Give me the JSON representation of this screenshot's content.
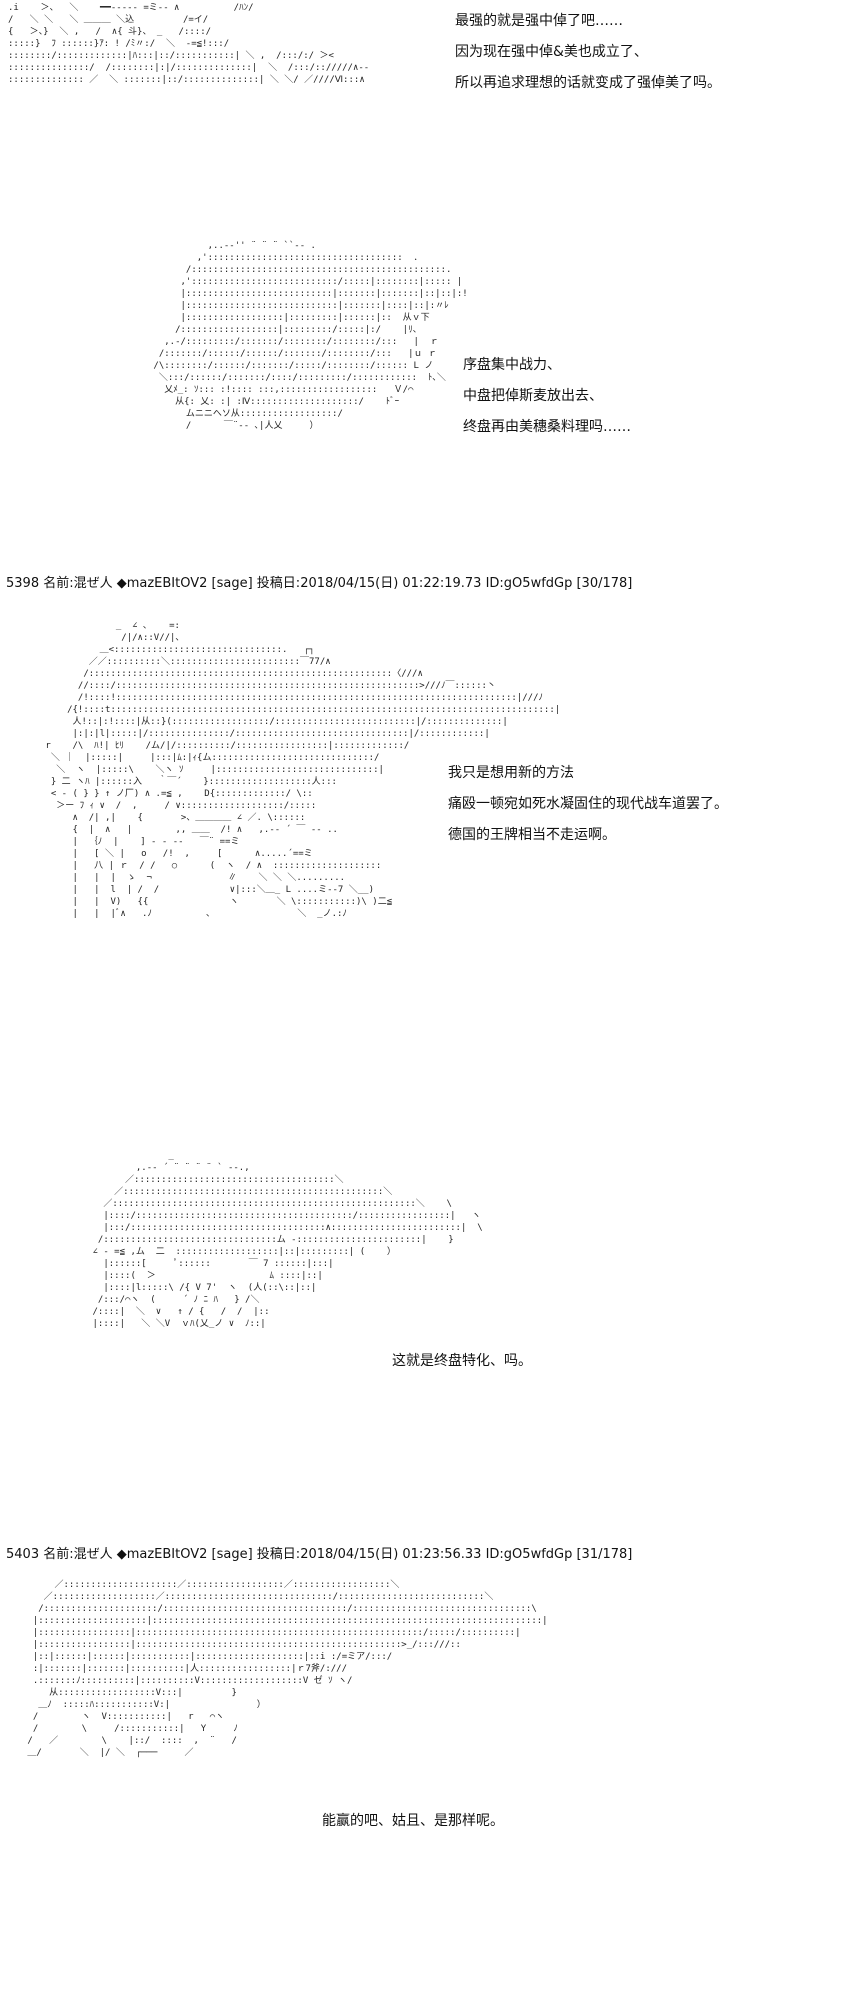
{
  "panels": [
    {
      "art": ".i    ＞、  ＼    ━━-‐‐‐‐ =ミ‐- ∧          /ﾊﾝ/\n/   ＼ ＼   ＼ ＿＿＿ ＼込         /=イ/\n{   ＞、}  ＼ ,   /  ∧{ 斗}、 _   /::::/\n:::::}  ﾌ ::::::}ｱ: ! /ﾐ〃:/  ＼  -=≦!:::/\n::::::::/:::::::::::::|ﾊ:::|::/:::::::::::| ＼ ,  /:::/:/ ＞<\n:::::::::::::::/  /::::::::|:|/::::::::::::::|  ＼  /:::/:://///∧-‐\n:::::::::::::: ／  ＼ :::::::|::/::::::::::::::| ＼ ＼/ ／////Ⅵ:::∧",
      "lines": [
        "最强的就是强中倬了吧……",
        "因为现在强中倬&美也成立了、",
        "所以再追求理想的话就变成了强倬美了吗。"
      ]
    },
    {
      "art": "           ,..-‐'' ¨ ¨ ¨ ``‐- .\n         ,'::::::::::::::::::::::::::::::::::::  ．\n       /:::::::::::::::::::::::::::::::::::::::::::::::.\n      ,':::::::::::::::::::::::::::/:::::|::::::::|::::: |\n      |:::::::::::::::::::::::::::|:::::::|:::::::|::|::|:! \n      |::::::::::::::::::::::::::::|:::::::|::::|::|:〃ﾚ\n      |::::::::::::::::::|:::::::::|::::::|::  从ｖ下\n     /::::::::::::::::::|:::::::::/:::::|:/    |ﾘ、\n   ,.-/:::::::::/:::::::/::::::::/::::::::/:::   |  ｒ\n  /:::::::/::::::/::::::/:::::::/::::::::/:::   |ｕ ｒ\n /\\::::::::/::::::/:::::::/:::::/::::::::/:::::: L ノ\n  ＼:::/::::::/:::::::/::::/:::::::::/::::::::::::  ﾄ､＼\n   乂ﾒ_: ｿ::: :!:::: :::,::::::::::::::::::   Ｖ/⌒\n     从{: 乂: :| :Ⅳ::::::::::::::::::::/    ﾄﾞｰ\n       ムニニへソ从::::::::::::::::::/\n       /      ￣¨‐- ､|人乂     ）",
      "lines": [
        "序盘集中战力、",
        "中盘把倬斯麦放出去、",
        "终盘再由美穗桑料理吗……"
      ]
    },
    {
      "header": "5398 名前:混ぜ人 ◆mazEBItOV2 [sage] 投稿日:2018/04/15(日) 01:22:19.73 ID:gO5wfdGp [30/178]",
      "art": "              _  ∠ ､    =:\n               /|/∧::V//|､\n           ＿<:::::::::::::::::::::::::::::::.   ┌┐\n         ／／::::::::::＼::::::::::::::::::::::::￣77/∧\n        /::::::::::::::::::::::::::::::::::::::::::::::::::::::::〈///∧\n       //::::/::::::::::::::::::::::::::::::::::::::::::::::::::::::::>///ﾉ￣::::::丶\n       /!::::!::::::::::::::::::::::::::::::::::::::::::::::::::::::::::::::::::::::::::|///ﾉ\n     /{!::::t::::::::::::::::::::::::::::::::::::::::::::::::::::::::::::::::::::::::::::::::::|\n      人!::|:!::::|从::}(::::::::::::::::::/::::::::::::::::::::::::::|/::::::::::::::|\n      |:|:|l|:::::|/:::::::::::::::/::::::::::::::::::::::::::::::::|/::::::::::::|\n r    /\\  ﾊ!| ﾋﾘ    /ム/|/::::::::::/:::::::::::::::::|:::::::::::::/\n  ＼ ｜  |:::::|     |:::|ﾑ:|ｨ{ム::::::::::::::::::::::::::::::/\n   ＼  ヽ  |:::::\\    ＼ヽ ｿ     |::::::::::::::::::::::::::::::|\n  } 二 ヽﾊ |::::::入   ｀￣´    }:::::::::::::::::::人:::\n  < ‐ ( } } ↑ ノ厂) ∧ .=≦ ,    D{:::::::::::::/ \\::\n   ＞ー ﾌ ｨ ∨  /  ,     / ∨:::::::::::::::::::/:::::\n      ∧  /| ,|    {       >、＿＿＿＿ ∠ ／. \\::::::\n      {  |  ∧   |        ,, ＿＿  /! ∧   ,.-‐ ´ ￣ ‐- ..\n      |  ｛ﾉ  |    ] ‐ ‐ -‐   ￣¨ ==ミ\n      |   [ ＼ |   o   /!  ,     [      ∧.....´==ミ\n      |   八 | ｒ  / /   ○      (  ヽ  / ∧  ::::::::::::::::::::\n      |   |  |  ゝ  ¬              ∥    ＼ ＼ ＼.........\n      |   |  l  | /  /             ∨|:::＼＿_ L ....ミ--7 ＼__)\n      |   |  V)   {{               ヽ       ＼ \\:::::::::::)\\ )二≦\n      |   |  |ﾞ∧   .ﾉ          ､                ＼  _ノ.:ﾉ",
      "lines": [
        "我只是想用新的方法",
        "痛殴一顿宛如死水凝固住的现代战车道罢了。",
        "德国的王牌相当不走运啊。"
      ]
    },
    {
      "art": "                    _\n              ,.-‐ ´ ¨ ¨ ¨ ¨ ` ‐-.,\n            ／:::::::::::::::::::::::::::::::::::::＼\n          ／::::::::::::::::::::::::::::::::::::::::::::::::＼\n        ／::::::::::::::::::::::::::::::::::::::::::::::::::::::::＼    \\\n        |::::/::::::::::::::::::::::::::::::::::::::::/:::::::::::::::::|   ヽ\n        |:::/::::::::::::::::::::::::::::::::::::∧::::::::::::::::::::::::|  \\\n       /::::::::::::::::::::::::::::::::ム ‐:::::::::::::::::::::::|    }\n      ∠ ‐ =≦ ,ム  二  :::::::::::::::::::|::|:::::::::| (    ）\n        |::::::[     ﾟ::::::       ￣ 7 ::::::|:::|\n        |::::(  ＞                     ﾑ ::::|::|\n        |::::|l:::::\\ /{ V 7'  ヽ  (人(::\\::|::|\n       /:::/⌒ヽ  (     ´ ﾉ ﾆ ﾊ   } /＼\n      /::::|  ＼  ∨   ↑ / {   /  /  |::\n      |::::|   ＼ ＼V  ｖﾊ(乂_ノ ∨  ﾉ::|",
      "lines": [
        "这就是终盘特化、吗。"
      ]
    },
    {
      "header": "5403 名前:混ぜ人 ◆mazEBItOV2 [sage] 投稿日:2018/04/15(日) 01:23:56.33 ID:gO5wfdGp [31/178]",
      "art": "      ／:::::::::::::::::::::／::::::::::::::::::／::::::::::::::::::＼\n    ／:::::::::::::::::::／:::::::::::::::::::::::::::::::/:::::::::::::::::::::::::::＼\n   /:::::::::::::::::::::/::::::::::::::::::::::::::::::::::/:::::::::::::::::::::::::::::::::\\\n  |::::::::::::::::::::|::::::::::::::::::::::::::::::::::::::::::::::::::::::::::::::::::::::::|\n  |:::::::::::::::::|:::::::::::::::::::::::::::::::::::::::::::::::::::::/:::::/::::::::::|\n  |:::::::::::::::::|:::::::::::::::::::::::::::::::::::::::::::::::::>_/:::///::\n  |::|::::::|::::::|:::::::::::|::::::::::::::::::::|::i :/=ミア/:::/\n  :|:::::::|:::::::|::::::::::|人:::::::::::::::::|ｒ7斧/:///\n  .:::::::ﾉ::::::::::|::::::::::V:::::::::::::::::::V ゼ ｿ ヽ/\n     从::::::::::::::::::V:::|         }\n   ＿ﾉ  :::::ﾊ:::::::::::V:|                ）\n  /        ヽ  V:::::::::::|   r   ⌒ヽ\n  /        \\     /:::::::::::|   Y     ﾉ\n /   ／        \\    |::/  ::::  ,  ¨   /\n ＿/       ＼  |/ ＼  ┌───     ／",
      "lines": [
        "能赢的吧、姑且、是那样呢。"
      ]
    }
  ]
}
